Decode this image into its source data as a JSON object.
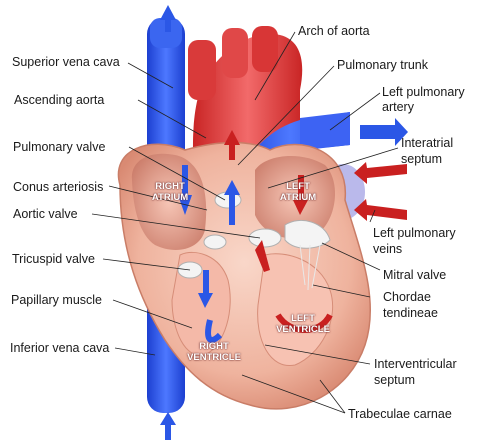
{
  "diagram": {
    "labels": {
      "superior_vena_cava": "Superior vena cava",
      "ascending_aorta": "Ascending aorta",
      "pulmonary_valve": "Pulmonary valve",
      "conus_arteriosis": "Conus arteriosis",
      "aortic_valve": "Aortic valve",
      "tricuspid_valve": "Tricuspid valve",
      "papillary_muscle": "Papillary muscle",
      "inferior_vena_cava": "Inferior vena cava",
      "arch_of_aorta": "Arch of aorta",
      "pulmonary_trunk": "Pulmonary trunk",
      "left_pulmonary_artery_1": "Left pulmonary",
      "left_pulmonary_artery_2": "artery",
      "interatrial_septum_1": "Interatrial",
      "interatrial_septum_2": "septum",
      "left_pulmonary_veins_1": "Left pulmonary",
      "left_pulmonary_veins_2": "veins",
      "mitral_valve": "Mitral valve",
      "chordae_tendineae_1": "Chordae",
      "chordae_tendineae_2": "tendineae",
      "interventricular_septum_1": "Interventricular",
      "interventricular_septum_2": "septum",
      "trabeculae_carnae": "Trabeculae carnae"
    },
    "chambers": {
      "right_atrium_1": "RIGHT",
      "right_atrium_2": "ATRIUM",
      "left_atrium_1": "LEFT",
      "left_atrium_2": "ATRIUM",
      "left_ventricle_1": "LEFT",
      "left_ventricle_2": "VENTRICLE",
      "right_ventricle_1": "RIGHT",
      "right_ventricle_2": "VENTRICLE"
    },
    "colors": {
      "deoxygenated_blue": "#2b57e6",
      "oxygenated_red": "#e03a3a",
      "muscle_pink": "#f2b8a4",
      "leader_line": "#222222"
    }
  }
}
